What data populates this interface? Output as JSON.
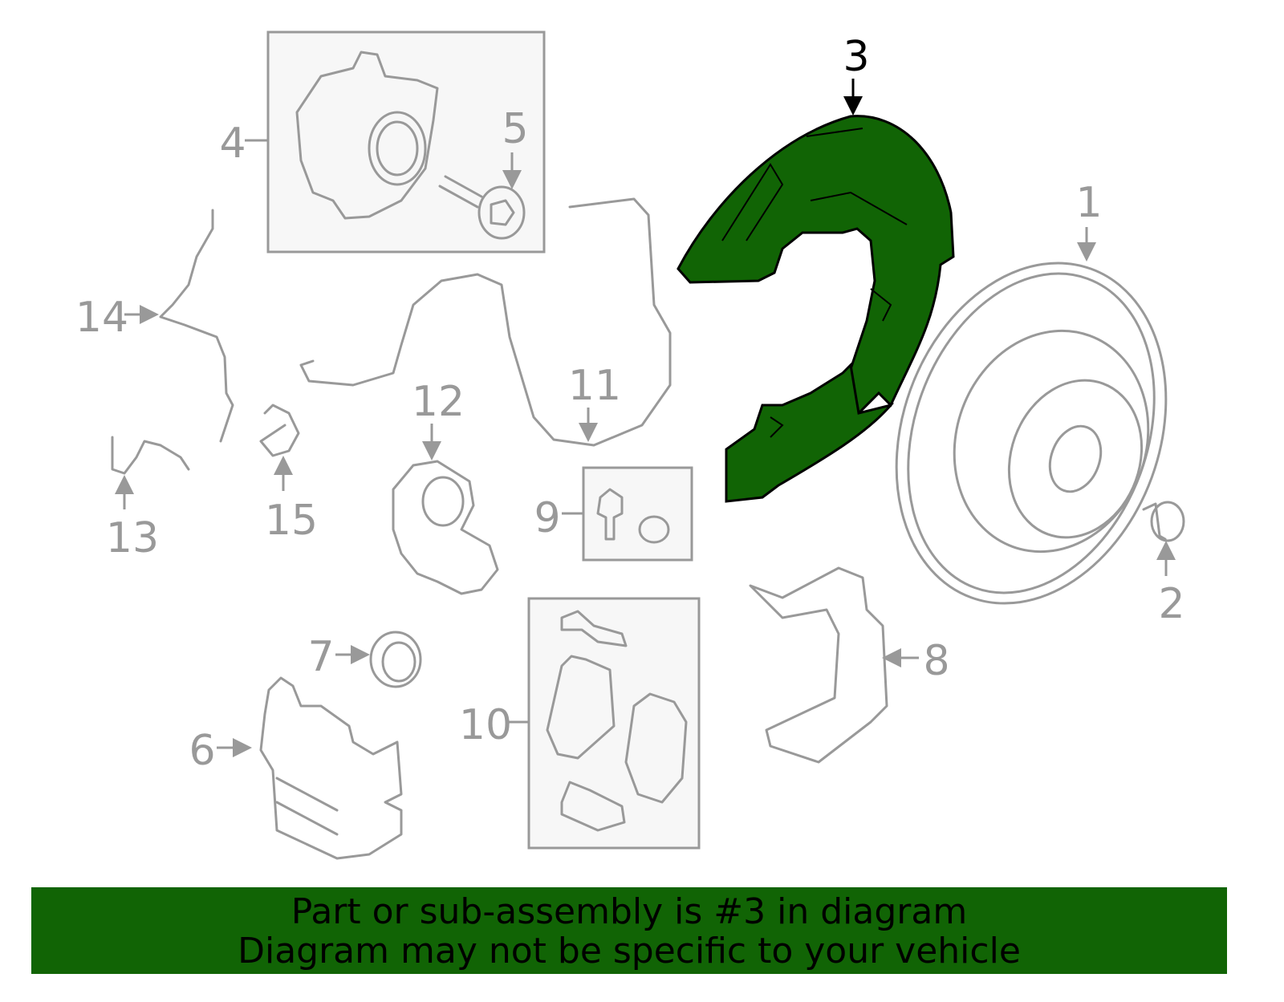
{
  "diagram": {
    "callouts": [
      "1",
      "2",
      "3",
      "4",
      "5",
      "6",
      "7",
      "8",
      "9",
      "10",
      "11",
      "12",
      "13",
      "14",
      "15"
    ],
    "selected_part": "3",
    "highlight_color": "#116405",
    "line_color": "#999999"
  },
  "banner": {
    "line1": "Part or sub-assembly is #3 in diagram",
    "line2": "Diagram may not be specific to your vehicle"
  }
}
